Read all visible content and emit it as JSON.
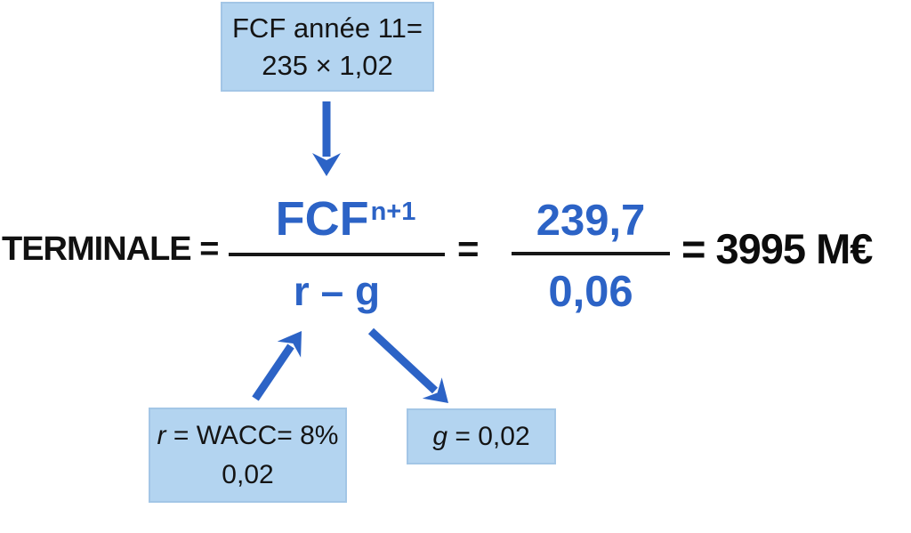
{
  "colors": {
    "box_fill": "#b3d4f0",
    "box_border": "#a3c6e6",
    "accent_blue": "#2c63c6",
    "text_dark": "#111111"
  },
  "top_box": {
    "line1": "FCF année 11=",
    "line2": "235 × 1,02"
  },
  "formula": {
    "lhs_label": "TERMINALE",
    "eq1": "=",
    "frac1": {
      "num_base": "FCF",
      "num_sub": "n+1",
      "den": "r – g"
    },
    "eq2": "=",
    "frac2": {
      "num": "239,7",
      "den": "0,06"
    },
    "eq3": "=",
    "result": "3995 M€"
  },
  "r_box": {
    "var": "r",
    "rest": " = WACC= 8%",
    "line2": "0,02"
  },
  "g_box": {
    "var": "g",
    "rest": " = 0,02"
  }
}
